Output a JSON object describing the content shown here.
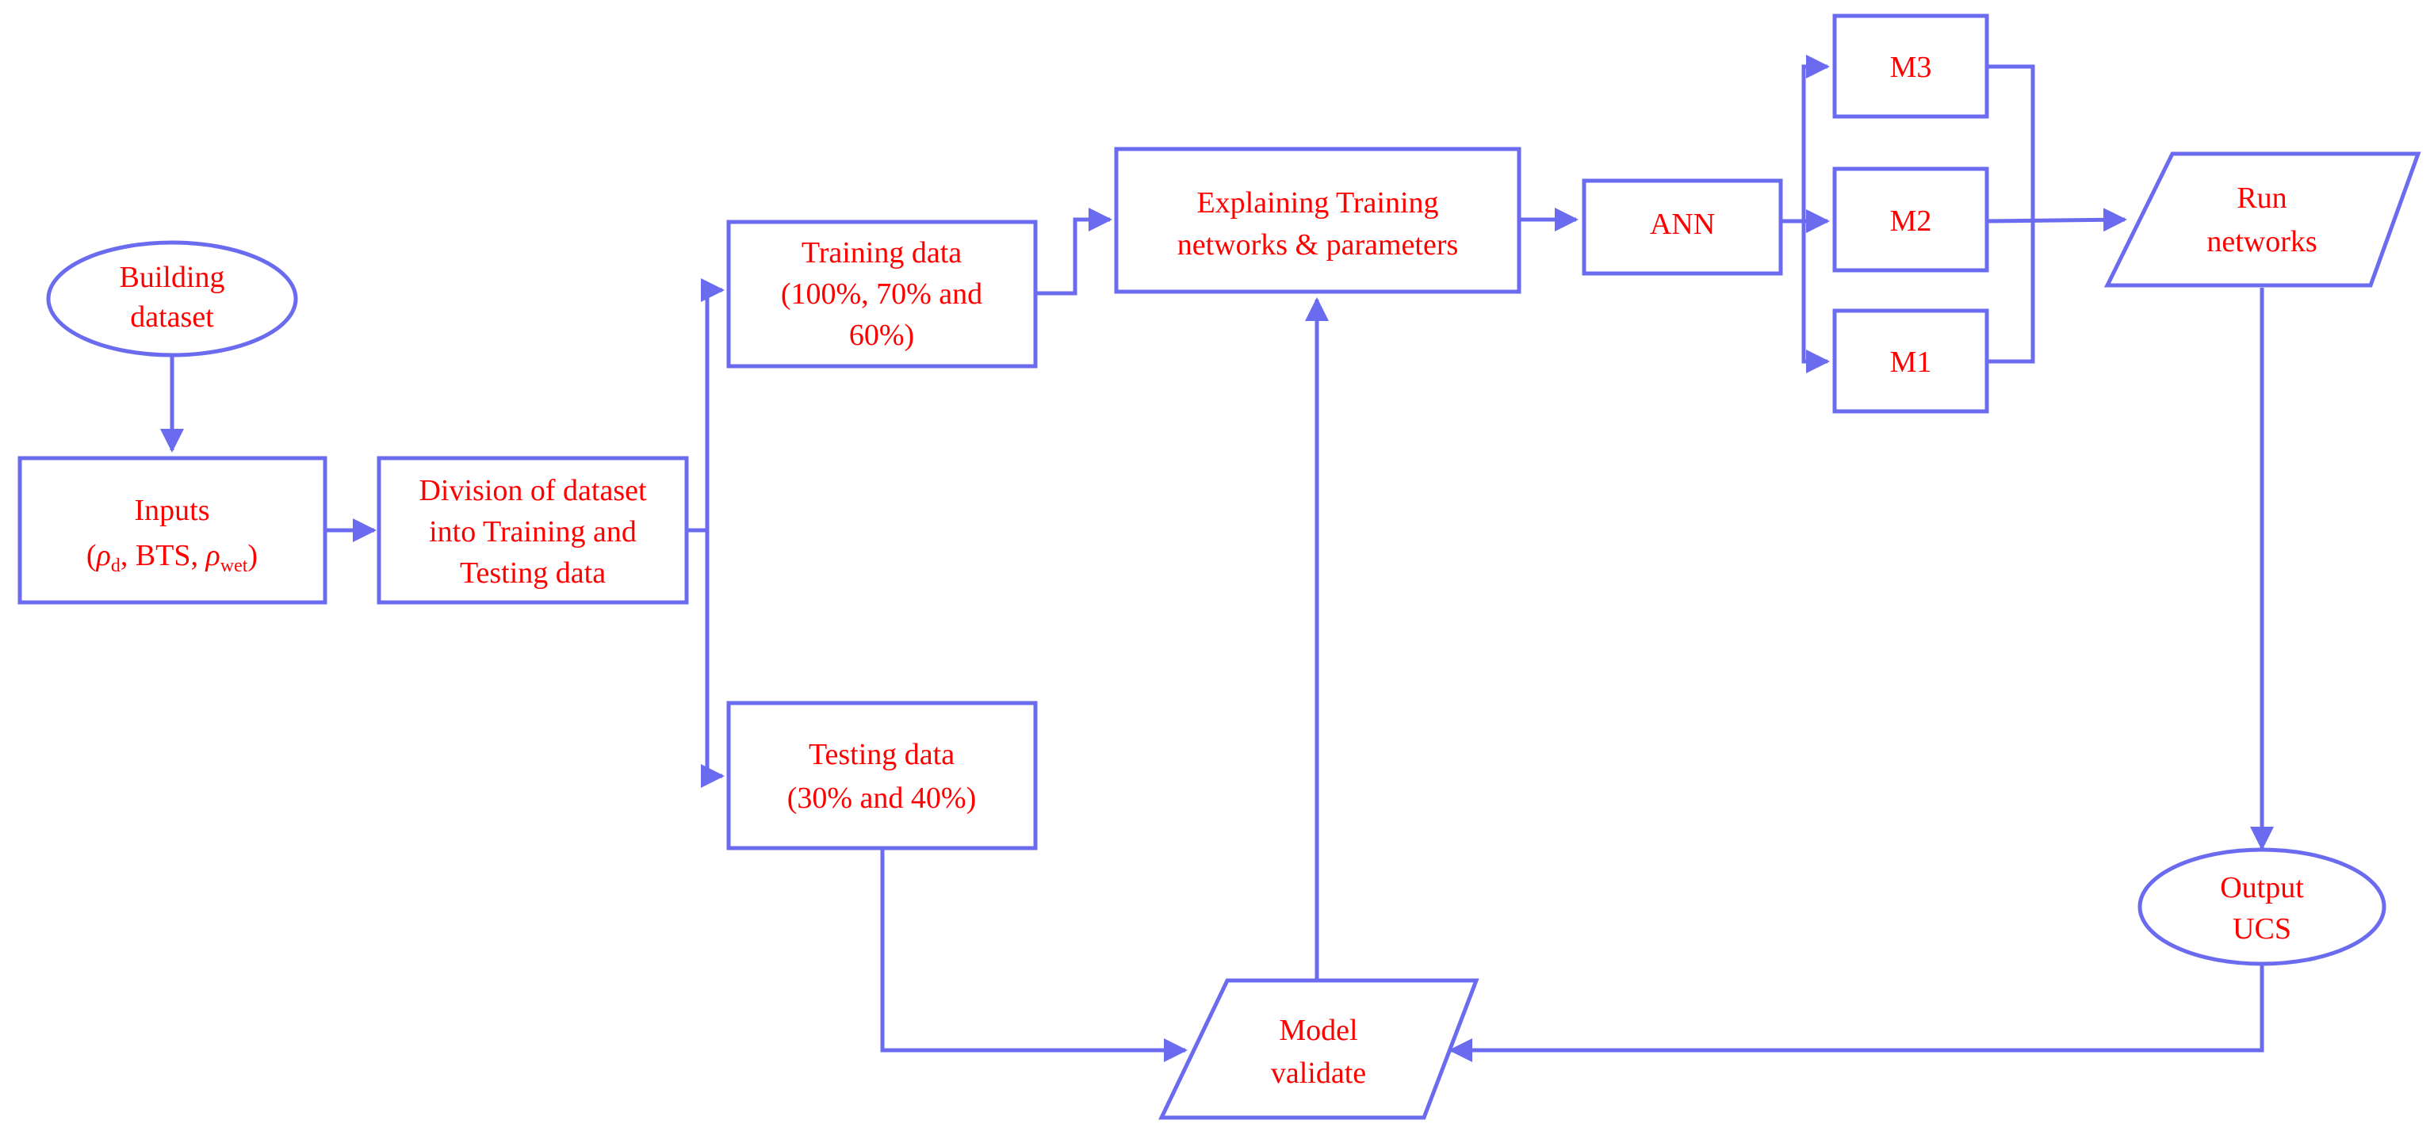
{
  "colors": {
    "stroke": "#6b6bef",
    "text": "#ff0000",
    "background": "#ffffff"
  },
  "nodes": {
    "building": {
      "shape": "ellipse",
      "lines": [
        "Building",
        "dataset"
      ]
    },
    "inputs": {
      "shape": "rect",
      "line1": "Inputs",
      "open_paren": "(",
      "rho": "ρ",
      "sub_d": "d",
      "bts": ", BTS, ",
      "sub_wet": "wet",
      "close_paren": ")"
    },
    "division": {
      "shape": "rect",
      "lines": [
        "Division of dataset",
        "into Training and",
        "Testing data"
      ]
    },
    "training": {
      "shape": "rect",
      "lines": [
        "Training data",
        "(100%, 70% and",
        "60%)"
      ]
    },
    "testing": {
      "shape": "rect",
      "lines": [
        "Testing data",
        "(30% and 40%)"
      ]
    },
    "explaining": {
      "shape": "rect",
      "lines": [
        "Explaining Training",
        "networks & parameters"
      ]
    },
    "ann": {
      "shape": "rect",
      "lines": [
        "ANN"
      ]
    },
    "m3": {
      "shape": "rect",
      "lines": [
        "M3"
      ]
    },
    "m2": {
      "shape": "rect",
      "lines": [
        "M2"
      ]
    },
    "m1": {
      "shape": "rect",
      "lines": [
        "M1"
      ]
    },
    "run": {
      "shape": "parallelogram",
      "lines": [
        "Run",
        "networks"
      ]
    },
    "output": {
      "shape": "ellipse",
      "lines": [
        "Output",
        "UCS"
      ]
    },
    "model": {
      "shape": "parallelogram",
      "lines": [
        "Model",
        "validate"
      ]
    }
  },
  "edges": [
    {
      "from": "building",
      "to": "inputs"
    },
    {
      "from": "inputs",
      "to": "division"
    },
    {
      "from": "division",
      "to": "training"
    },
    {
      "from": "division",
      "to": "testing"
    },
    {
      "from": "training",
      "to": "explaining"
    },
    {
      "from": "explaining",
      "to": "ann"
    },
    {
      "from": "ann",
      "to": "m3"
    },
    {
      "from": "ann",
      "to": "m2"
    },
    {
      "from": "ann",
      "to": "m1"
    },
    {
      "from": "m3",
      "to": "run"
    },
    {
      "from": "m2",
      "to": "run"
    },
    {
      "from": "m1",
      "to": "run"
    },
    {
      "from": "run",
      "to": "output"
    },
    {
      "from": "output",
      "to": "model"
    },
    {
      "from": "testing",
      "to": "model"
    },
    {
      "from": "model",
      "to": "explaining"
    }
  ]
}
